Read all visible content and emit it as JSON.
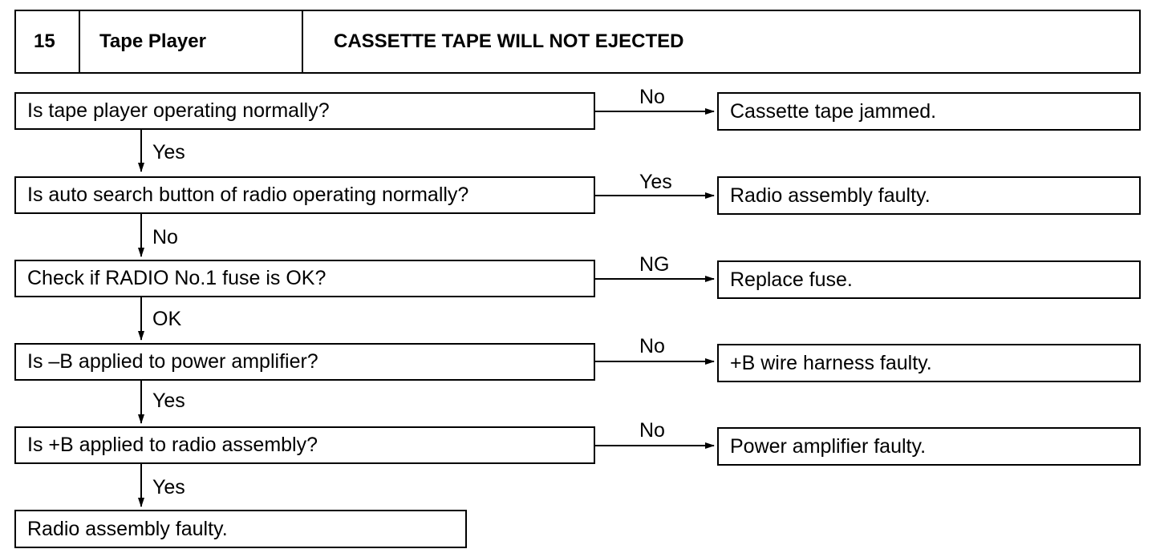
{
  "header": {
    "number": "15",
    "section": "Tape Player",
    "title": "CASSETTE TAPE WILL NOT EJECTED"
  },
  "steps": [
    {
      "question": "Is tape player operating normally?",
      "side_label": "No",
      "side_result": "Cassette tape jammed.",
      "down_label": "Yes"
    },
    {
      "question": "Is auto search button of radio operating normally?",
      "side_label": "Yes",
      "side_result": "Radio assembly faulty.",
      "down_label": "No"
    },
    {
      "question": "Check if RADIO No.1 fuse is OK?",
      "side_label": "NG",
      "side_result": "Replace fuse.",
      "down_label": "OK"
    },
    {
      "question": "Is –B applied to power amplifier?",
      "side_label": "No",
      "side_result": "+B wire harness faulty.",
      "down_label": "Yes"
    },
    {
      "question": "Is +B applied to radio assembly?",
      "side_label": "No",
      "side_result": "Power amplifier faulty.",
      "down_label": "Yes"
    }
  ],
  "final_result": "Radio assembly faulty."
}
